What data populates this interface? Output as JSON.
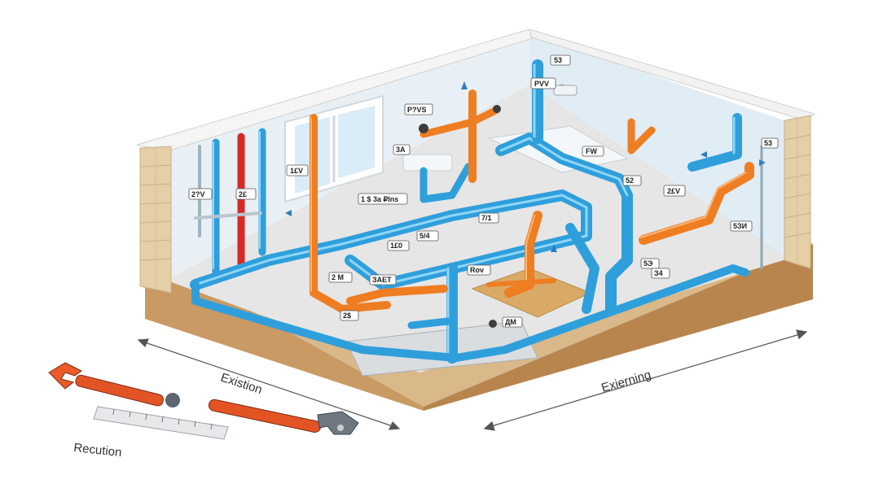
{
  "colors": {
    "supply_pipe": "#2f9fdc",
    "hot_pipe": "#ef7d22",
    "red_pipe": "#d62a28",
    "brick": "#e4cfa7",
    "floor": "#e6e6e6",
    "soil": "#c99a64"
  },
  "icons": [
    "wrench-icon",
    "adjustable-wrench-icon",
    "ruler-icon",
    "arrow-icon"
  ],
  "labels": {
    "existing_dim": "Existion",
    "external_dim": "Exierning",
    "recreation": "Recution"
  },
  "tags": {
    "pvc_top": "PVV",
    "pvc_left": "P?VS",
    "top_small": "53",
    "sink_tag": "3A",
    "right_wall_tag": "53",
    "shelf_tag": "FW",
    "wall_code": "1£V",
    "wall_code2": "2£V",
    "left_wall_a": "2?V",
    "left_wall_b": "2£",
    "floor_span": "1 $ 3a ₽Ins",
    "floor_mid_a": "1£0",
    "floor_mid_b": "5/4",
    "floor_center": "7/1",
    "floor_left": "2 М",
    "floor_flow": "ЗАЕТ",
    "floor_rev": "Rov",
    "pipe_low": "2$",
    "floor_drain": "ДМ",
    "right_floor": "5Э",
    "right_pipe": "5ЗИ",
    "right_upper": "52",
    "right_mid": "З4"
  }
}
